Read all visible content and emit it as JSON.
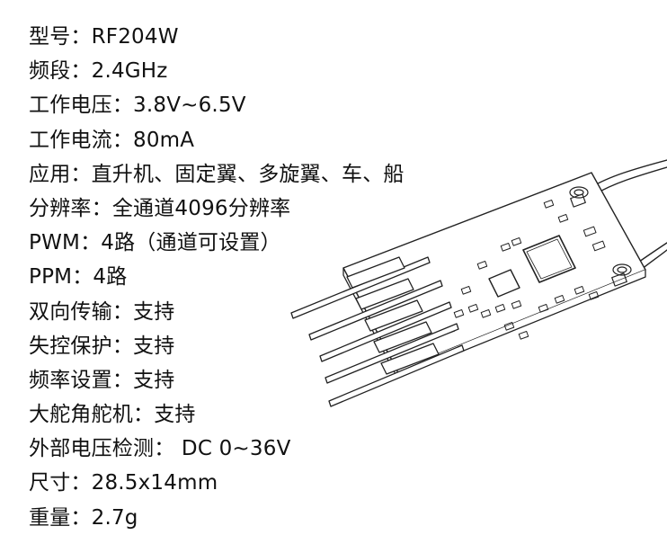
{
  "specs": [
    {
      "label": "型号",
      "sep": "：",
      "value": "RF204W"
    },
    {
      "label": "频段",
      "sep": "：",
      "value": "2.4GHz"
    },
    {
      "label": "工作电压",
      "sep": "：",
      "value": "3.8V~6.5V"
    },
    {
      "label": "工作电流",
      "sep": "：",
      "value": "80mA"
    },
    {
      "label": "应用",
      "sep": "：",
      "value": "直升机、固定翼、多旋翼、车、船"
    },
    {
      "label": "分辨率",
      "sep": "：",
      "value": "全通道4096分辨率"
    },
    {
      "label": "PWM",
      "sep": "：",
      "value": "4路（通道可设置）"
    },
    {
      "label": "PPM",
      "sep": "：",
      "value": "4路"
    },
    {
      "label": "双向传输",
      "sep": "：",
      "value": "支持"
    },
    {
      "label": "失控保护",
      "sep": "：",
      "value": "支持"
    },
    {
      "label": "频率设置",
      "sep": "：",
      "value": "支持"
    },
    {
      "label": "大舵角舵机",
      "sep": "：",
      "value": "支持"
    },
    {
      "label": "外部电压检测",
      "sep": "： ",
      "value": "DC 0~36V"
    },
    {
      "label": "尺寸",
      "sep": "：",
      "value": "28.5x14mm"
    },
    {
      "label": "重量",
      "sep": "：",
      "value": "2.7g"
    }
  ]
}
